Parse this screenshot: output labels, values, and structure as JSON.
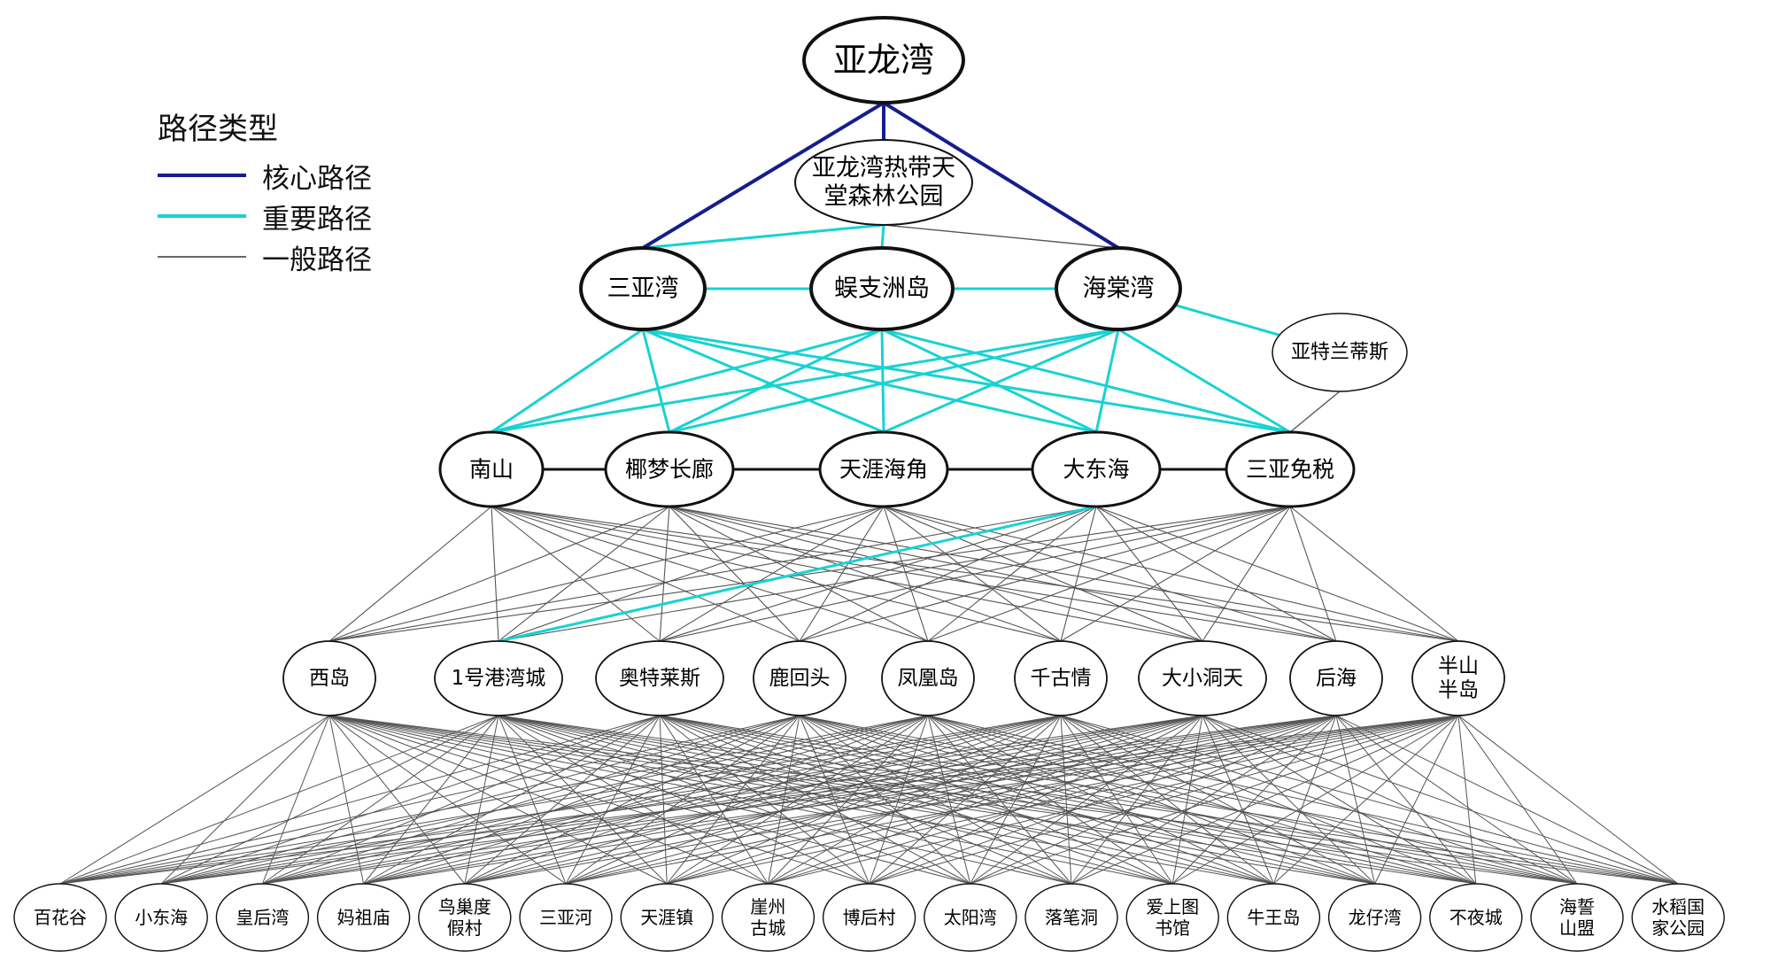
{
  "legend": {
    "title": "路径类型",
    "items": [
      {
        "key": "core",
        "label": "核心路径",
        "color": "#141e8c"
      },
      {
        "key": "important",
        "label": "重要路径",
        "color": "#19d2d2"
      },
      {
        "key": "general",
        "label": "一般路径",
        "color": "#333333"
      }
    ]
  },
  "colors": {
    "core": "#141e8c",
    "important": "#19d2d2",
    "general": "#555555",
    "strong": "#111111"
  },
  "levels": [
    {
      "level": 0,
      "nodes": [
        {
          "id": "yalongwan",
          "lines": [
            "亚龙湾"
          ]
        }
      ]
    },
    {
      "level": 1,
      "nodes": [
        {
          "id": "senlin",
          "lines": [
            "亚龙湾热带天",
            "堂森林公园"
          ]
        }
      ]
    },
    {
      "level": 2,
      "nodes": [
        {
          "id": "sanyawan",
          "lines": [
            "三亚湾"
          ]
        },
        {
          "id": "wuzhizhou",
          "lines": [
            "蜈支洲岛"
          ]
        },
        {
          "id": "haitangwan",
          "lines": [
            "海棠湾"
          ]
        },
        {
          "id": "atlantis",
          "lines": [
            "亚特兰蒂斯"
          ]
        }
      ]
    },
    {
      "level": 3,
      "nodes": [
        {
          "id": "nanshan",
          "lines": [
            "南山"
          ]
        },
        {
          "id": "yemeng",
          "lines": [
            "椰梦长廊"
          ]
        },
        {
          "id": "tianya",
          "lines": [
            "天涯海角"
          ]
        },
        {
          "id": "dadonghai",
          "lines": [
            "大东海"
          ]
        },
        {
          "id": "mianshui",
          "lines": [
            "三亚免税"
          ]
        }
      ]
    },
    {
      "level": 4,
      "nodes": [
        {
          "id": "xidao",
          "lines": [
            "西岛"
          ]
        },
        {
          "id": "gangwan",
          "lines": [
            "1号港湾城"
          ]
        },
        {
          "id": "aotelaisi",
          "lines": [
            "奥特莱斯"
          ]
        },
        {
          "id": "luhuitou",
          "lines": [
            "鹿回头"
          ]
        },
        {
          "id": "fenghuang",
          "lines": [
            "凤凰岛"
          ]
        },
        {
          "id": "qianguqing",
          "lines": [
            "千古情"
          ]
        },
        {
          "id": "daxiaodongtian",
          "lines": [
            "大小洞天"
          ]
        },
        {
          "id": "houhai",
          "lines": [
            "后海"
          ]
        },
        {
          "id": "banshan",
          "lines": [
            "半山",
            "半岛"
          ]
        }
      ]
    },
    {
      "level": 5,
      "nodes": [
        {
          "id": "baihuagu",
          "lines": [
            "百花谷"
          ]
        },
        {
          "id": "xiaodonghai",
          "lines": [
            "小东海"
          ]
        },
        {
          "id": "huanghouwan",
          "lines": [
            "皇后湾"
          ]
        },
        {
          "id": "mazumiao",
          "lines": [
            "妈祖庙"
          ]
        },
        {
          "id": "niaochao",
          "lines": [
            "鸟巢度",
            "假村"
          ]
        },
        {
          "id": "sanyahe",
          "lines": [
            "三亚河"
          ]
        },
        {
          "id": "tianyazhen",
          "lines": [
            "天涯镇"
          ]
        },
        {
          "id": "yazhou",
          "lines": [
            "崖州",
            "古城"
          ]
        },
        {
          "id": "bohoucun",
          "lines": [
            "博后村"
          ]
        },
        {
          "id": "taiyangwan",
          "lines": [
            "太阳湾"
          ]
        },
        {
          "id": "luobidong",
          "lines": [
            "落笔洞"
          ]
        },
        {
          "id": "aishangtu",
          "lines": [
            "爱上图",
            "书馆"
          ]
        },
        {
          "id": "niuwangdao",
          "lines": [
            "牛王岛"
          ]
        },
        {
          "id": "longzaiwan",
          "lines": [
            "龙仔湾"
          ]
        },
        {
          "id": "buyecheng",
          "lines": [
            "不夜城"
          ]
        },
        {
          "id": "haishi",
          "lines": [
            "海誓",
            "山盟"
          ]
        },
        {
          "id": "shuidao",
          "lines": [
            "水稻国",
            "家公园"
          ]
        }
      ]
    }
  ],
  "edges": {
    "core": [
      [
        "yalongwan",
        "senlin"
      ],
      [
        "yalongwan",
        "sanyawan"
      ],
      [
        "yalongwan",
        "haitangwan"
      ]
    ],
    "important_extra": [
      [
        "senlin",
        "sanyawan"
      ],
      [
        "senlin",
        "wuzhizhou"
      ],
      [
        "sanyawan",
        "wuzhizhou"
      ],
      [
        "wuzhizhou",
        "haitangwan"
      ],
      [
        "haitangwan",
        "atlantis"
      ],
      [
        "dadonghai",
        "gangwan"
      ]
    ],
    "general_extra": [
      [
        "senlin",
        "haitangwan"
      ],
      [
        "atlantis",
        "mianshui"
      ]
    ],
    "strong_chain": [
      [
        "nanshan",
        "yemeng"
      ],
      [
        "yemeng",
        "tianya"
      ],
      [
        "tianya",
        "dadonghai"
      ],
      [
        "dadonghai",
        "mianshui"
      ]
    ]
  }
}
